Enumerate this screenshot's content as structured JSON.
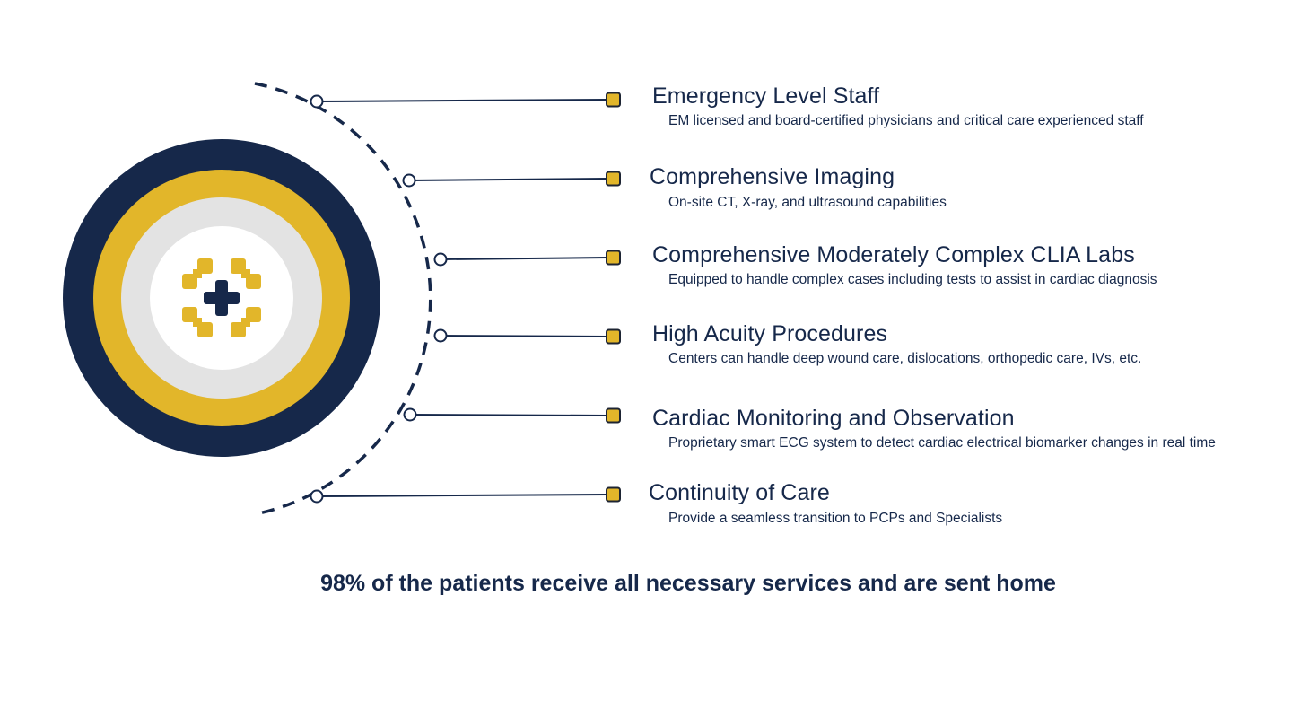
{
  "colors": {
    "navy": "#16284a",
    "gold": "#e2b62a",
    "light_gray": "#e3e3e3",
    "white": "#ffffff"
  },
  "logo": {
    "icon": "medical-cross-icon",
    "rings": [
      "navy",
      "gold",
      "light_gray",
      "white"
    ]
  },
  "features": [
    {
      "title": "Emergency Level Staff",
      "description": "EM licensed and board-certified physicians and critical care experienced staff"
    },
    {
      "title": "Comprehensive Imaging",
      "description": "On-site CT, X-ray, and ultrasound capabilities"
    },
    {
      "title": "Comprehensive Moderately Complex CLIA Labs",
      "description": "Equipped to handle complex cases including tests to assist in cardiac diagnosis"
    },
    {
      "title": "High Acuity Procedures",
      "description": "Centers can handle deep wound care, dislocations, orthopedic care, IVs, etc."
    },
    {
      "title": "Cardiac Monitoring and Observation",
      "description": "Proprietary smart ECG system to detect cardiac electrical biomarker changes in real time"
    },
    {
      "title": "Continuity of Care",
      "description": "Provide a seamless transition to PCPs and Specialists"
    }
  ],
  "tagline": "98% of the patients receive all necessary services and are sent home"
}
